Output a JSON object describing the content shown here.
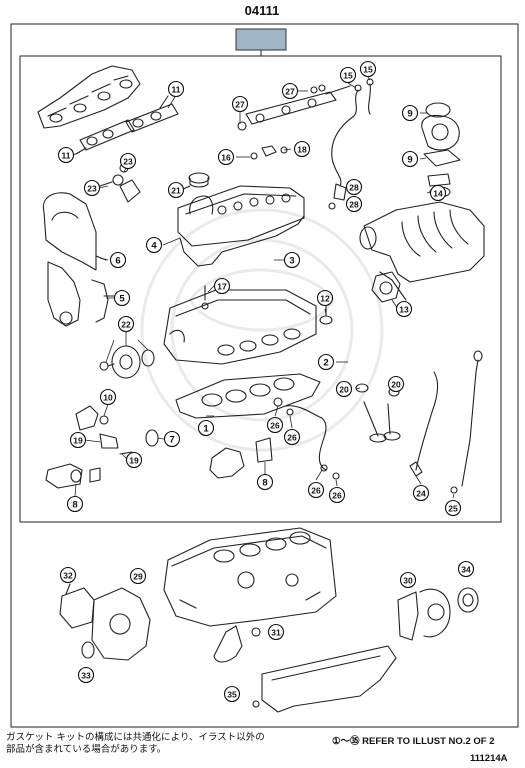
{
  "header": {
    "part_number": "04111",
    "kit_color": "#9fb6c8"
  },
  "callouts": [
    "1",
    "2",
    "3",
    "4",
    "5",
    "6",
    "7",
    "8",
    "9",
    "10",
    "11",
    "12",
    "13",
    "14",
    "15",
    "16",
    "17",
    "18",
    "19",
    "20",
    "21",
    "22",
    "23",
    "24",
    "25",
    "26",
    "27",
    "28",
    "29",
    "30",
    "31",
    "32",
    "33",
    "34",
    "35"
  ],
  "footer": {
    "note_line1": "ガスケット キットの構成には共通化により、イラスト以外の",
    "note_line2": "部品が含まれている場合があります。",
    "refer_prefix": "①～㉟",
    "refer_text": "REFER TO ILLUST NO.2 OF 2",
    "illustration_id": "111214A"
  }
}
